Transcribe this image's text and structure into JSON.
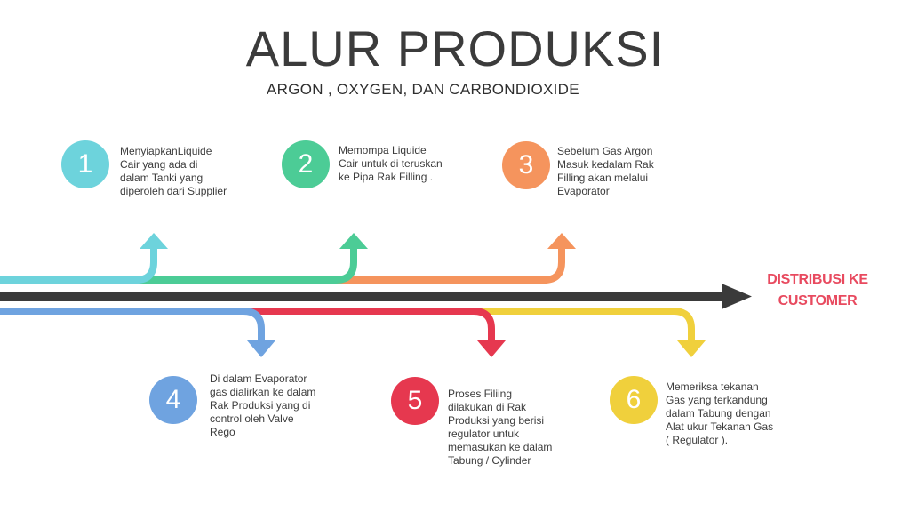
{
  "title": "ALUR PRODUKSI",
  "subtitle": "ARGON , OXYGEN, DAN CARBONDIOXIDE",
  "destination": "DISTRIBUSI KE\nCUSTOMER",
  "colors": {
    "main_arrow": "#3a3a3a",
    "destination": "#e84a5f"
  },
  "steps": [
    {
      "number": "1",
      "color": "#6dd3dc",
      "text": "MenyiapkanLiquide\nCair yang ada di\ndalam Tanki yang\ndiperoleh dari Supplier"
    },
    {
      "number": "2",
      "color": "#4ccc96",
      "text": "Memompa Liquide\nCair untuk di teruskan\nke Pipa Rak Filling ."
    },
    {
      "number": "3",
      "color": "#f5945d",
      "text": "Sebelum Gas Argon\nMasuk kedalam Rak\nFilling akan melalui\nEvaporator"
    },
    {
      "number": "4",
      "color": "#6fa3e0",
      "text": "Di dalam Evaporator\ngas dialirkan ke dalam\nRak Produksi yang di\ncontrol oleh Valve\nRego"
    },
    {
      "number": "5",
      "color": "#e6384f",
      "text": "Proses Filiing\ndilakukan di Rak\nProduksi yang berisi\nregulator untuk\nmemasukan ke dalam\nTabung / Cylinder"
    },
    {
      "number": "6",
      "color": "#f0d03c",
      "text": "Memeriksa tekanan\nGas yang terkandung\ndalam Tabung dengan\nAlat ukur Tekanan Gas\n( Regulator )."
    }
  ]
}
